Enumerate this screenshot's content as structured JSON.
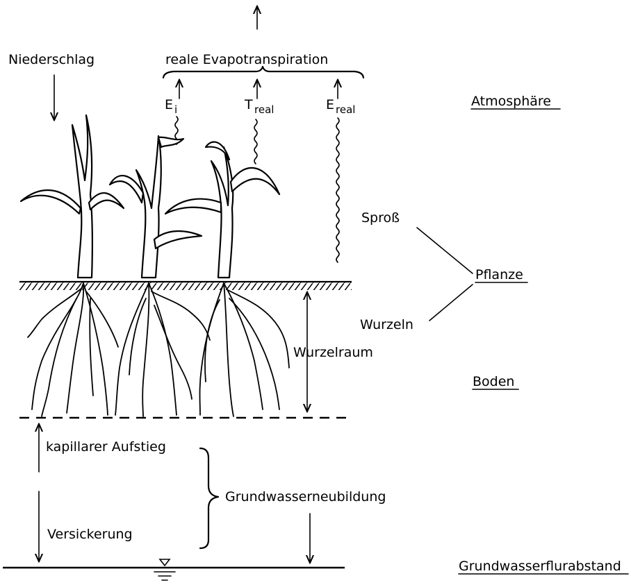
{
  "labels": {
    "niederschlag": "Niederschlag",
    "reale_evapotranspiration": "reale Evapotranspiration",
    "e_i": "E",
    "e_i_sub": "i",
    "t_real": "T",
    "t_real_sub": "real",
    "e_real": "E",
    "e_real_sub": "real",
    "atmosphaere": "Atmosphäre",
    "spross": "Sproß",
    "pflanze": "Pflanze",
    "wurzeln": "Wurzeln",
    "wurzelraum": "Wurzelraum",
    "boden": "Boden",
    "kapillarer_aufstieg": "kapillarer Aufstieg",
    "grundwasserneubildung": "Grundwasserneubildung",
    "versickerung": "Versickerung",
    "grundwasserflurabstand": "Grundwasserflurabstand"
  }
}
